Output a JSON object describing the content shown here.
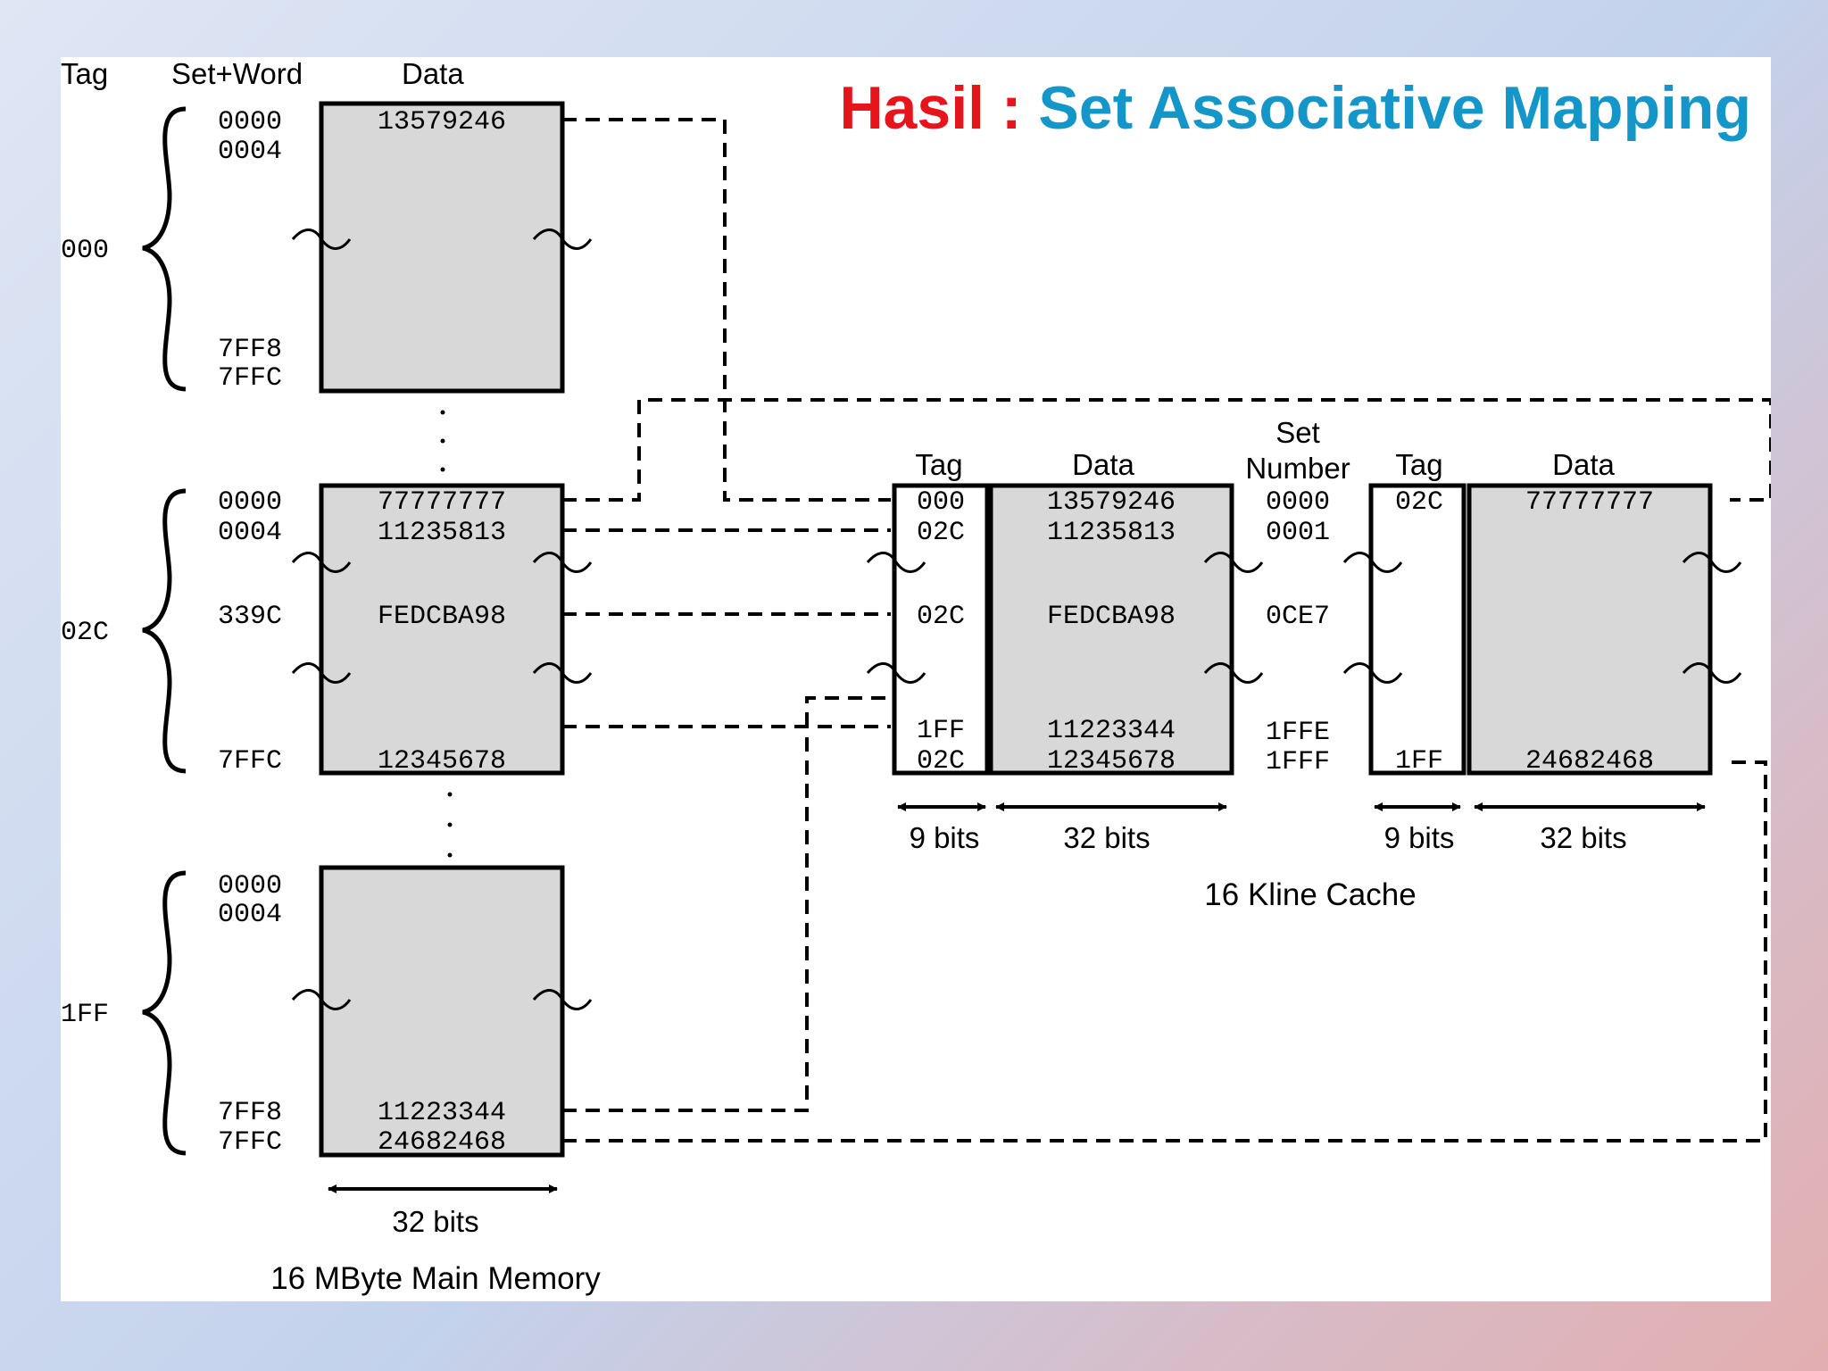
{
  "title": {
    "prefix": "Hasil : ",
    "main": "Set Associative Mapping"
  },
  "main_memory": {
    "headers": {
      "tag": "Tag",
      "set_word": "Set+Word",
      "data": "Data"
    },
    "blocks": [
      {
        "tag": "000",
        "rows": [
          {
            "addr": "0000",
            "data": "13579246"
          },
          {
            "addr": "0004",
            "data": ""
          },
          {
            "addr": "7FF8",
            "data": ""
          },
          {
            "addr": "7FFC",
            "data": ""
          }
        ]
      },
      {
        "tag": "02C",
        "rows": [
          {
            "addr": "0000",
            "data": "77777777"
          },
          {
            "addr": "0004",
            "data": "11235813"
          },
          {
            "addr": "339C",
            "data": "FEDCBA98"
          },
          {
            "addr": "7FFC",
            "data": "12345678"
          }
        ]
      },
      {
        "tag": "1FF",
        "rows": [
          {
            "addr": "0000",
            "data": ""
          },
          {
            "addr": "0004",
            "data": ""
          },
          {
            "addr": "7FF8",
            "data": "11223344"
          },
          {
            "addr": "7FFC",
            "data": "24682468"
          }
        ]
      }
    ],
    "width_label": "32 bits",
    "caption": "16 MByte Main Memory"
  },
  "cache": {
    "headers": {
      "tag1": "Tag",
      "data1": "Data",
      "set1": "Set",
      "set2": "Number",
      "tag2": "Tag",
      "data2": "Data"
    },
    "rows": [
      {
        "tag1": "000",
        "data1": "13579246",
        "set": "0000",
        "tag2": "02C",
        "data2": "77777777"
      },
      {
        "tag1": "02C",
        "data1": "11235813",
        "set": "0001",
        "tag2": "",
        "data2": ""
      },
      {
        "tag1": "02C",
        "data1": "FEDCBA98",
        "set": "0CE7",
        "tag2": "",
        "data2": ""
      },
      {
        "tag1": "1FF",
        "data1": "11223344",
        "set": "1FFE",
        "tag2": "",
        "data2": ""
      },
      {
        "tag1": "02C",
        "data1": "12345678",
        "set": "1FFF",
        "tag2": "1FF",
        "data2": "24682468"
      }
    ],
    "width_labels": {
      "tag1": "9 bits",
      "data1": "32 bits",
      "tag2": "9 bits",
      "data2": "32 bits"
    },
    "caption": "16 Kline Cache"
  },
  "colors": {
    "title_prefix": "#e8141c",
    "title_main": "#1496c8",
    "block_fill": "#d8d8d8",
    "stroke": "#000000"
  }
}
